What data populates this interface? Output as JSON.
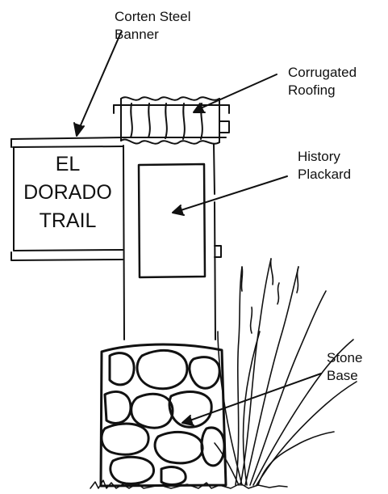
{
  "labels": {
    "banner": [
      "Corten Steel",
      "Banner"
    ],
    "roofing": [
      "Corrugated",
      "Roofing"
    ],
    "plackard": [
      "History",
      "Plackard"
    ],
    "base": [
      "Stone",
      "Base"
    ]
  },
  "sign_text": [
    "EL",
    "DORADO",
    "TRAIL"
  ],
  "colors": {
    "ink": "#111111",
    "paper": "#ffffff"
  }
}
